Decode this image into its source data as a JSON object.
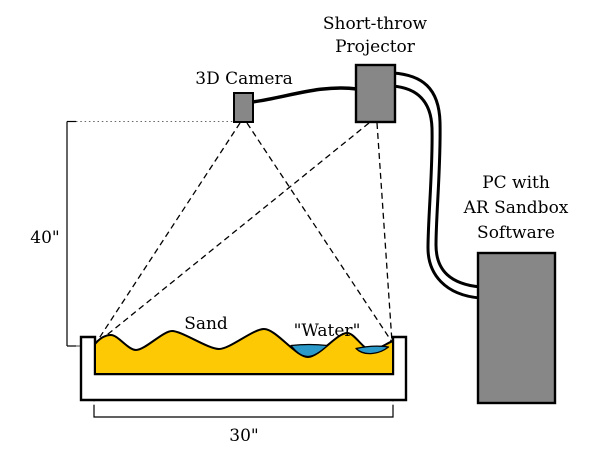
{
  "diagram": {
    "labels": {
      "camera": "3D Camera",
      "projector_line1": "Short-throw",
      "projector_line2": "Projector",
      "pc_line1": "PC with",
      "pc_line2": "AR Sandbox",
      "pc_line3": "Software",
      "sand": "Sand",
      "water": "\"Water\"",
      "height_dimension": "40\"",
      "width_dimension": "30\""
    },
    "colors": {
      "sand": "#FDC804",
      "water": "#2B9AC9",
      "device_gray": "#878787",
      "outline": "#000000",
      "background": "#FFFFFF"
    }
  }
}
